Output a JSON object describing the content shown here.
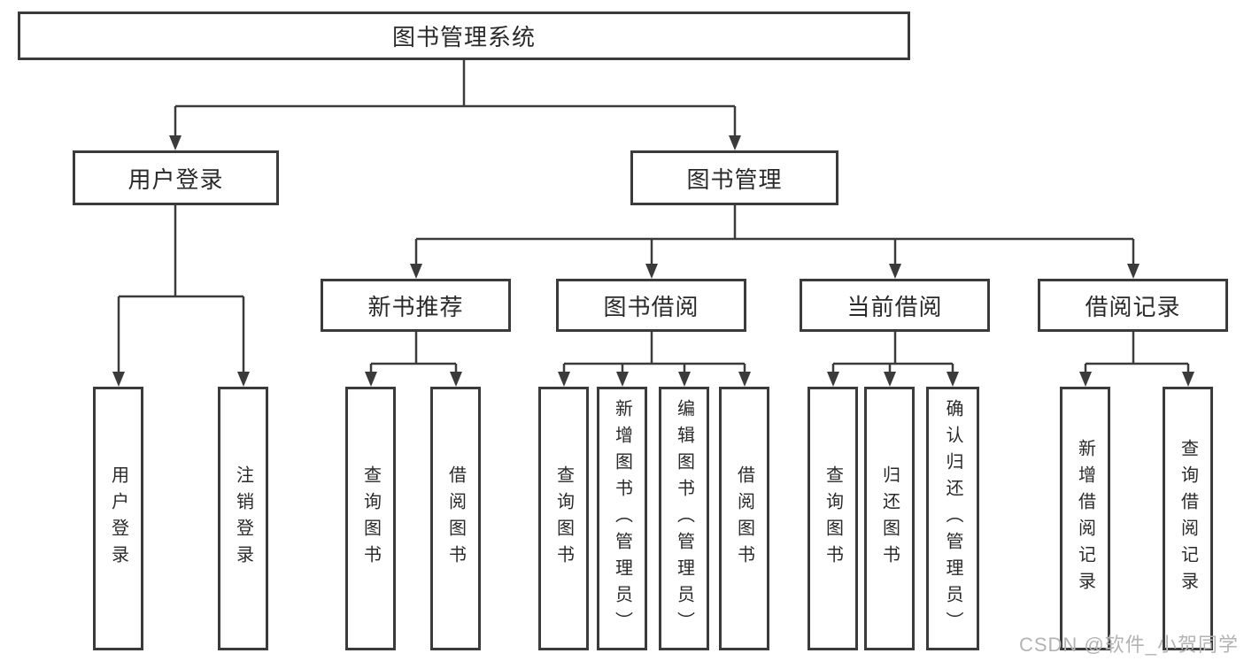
{
  "colors": {
    "line": "#3b3b3b",
    "box_background": "#ffffff",
    "text": "#2a2a2a",
    "watermark": "#b3b3b3"
  },
  "nodes": {
    "root": {
      "label": "图书管理系统"
    },
    "level2": [
      {
        "id": "user-login",
        "label": "用户登录"
      },
      {
        "id": "book-management",
        "label": "图书管理"
      }
    ],
    "level3": [
      {
        "id": "new-book-recommend",
        "label": "新书推荐"
      },
      {
        "id": "book-borrow",
        "label": "图书借阅"
      },
      {
        "id": "current-borrow",
        "label": "当前借阅"
      },
      {
        "id": "borrow-records",
        "label": "借阅记录"
      }
    ],
    "leaves": [
      {
        "id": "user-login-leaf",
        "label": "用户登录"
      },
      {
        "id": "logout",
        "label": "注销登录"
      },
      {
        "id": "query-books-recommend",
        "label": "查询图书"
      },
      {
        "id": "borrow-books-recommend",
        "label": "借阅图书"
      },
      {
        "id": "query-books-borrow",
        "label": "查询图书"
      },
      {
        "id": "add-books-admin",
        "label": "新增图书（管理员）"
      },
      {
        "id": "edit-books-admin",
        "label": "编辑图书（管理员）"
      },
      {
        "id": "borrow-books-borrow",
        "label": "借阅图书"
      },
      {
        "id": "query-books-current",
        "label": "查询图书"
      },
      {
        "id": "return-books",
        "label": "归还图书"
      },
      {
        "id": "confirm-return-admin",
        "label": "确认归还（管理员）"
      },
      {
        "id": "add-borrow-record",
        "label": "新增借阅记录"
      },
      {
        "id": "query-borrow-record",
        "label": "查询借阅记录"
      }
    ]
  },
  "watermark": "CSDN @软件_小贺同学"
}
